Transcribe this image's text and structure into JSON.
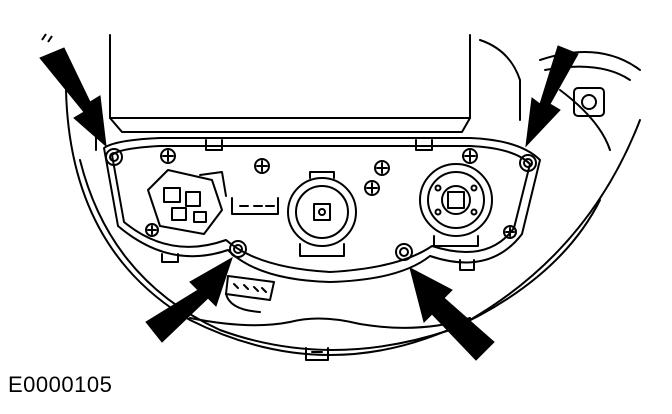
{
  "figure": {
    "id": "E0000105",
    "line_color": "#000000",
    "background": "#ffffff",
    "arrow_count": 4,
    "fastener_count": 4
  }
}
